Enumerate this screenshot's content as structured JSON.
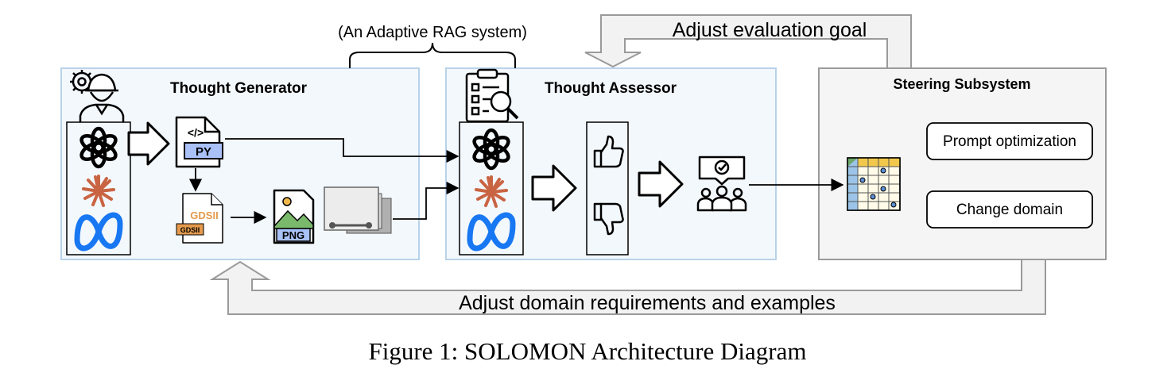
{
  "rag_label": "(An Adaptive RAG system)",
  "adjust_eval_label": "Adjust evaluation goal",
  "adjust_domain_label": "Adjust domain requirements and examples",
  "generator": {
    "title": "Thought Generator",
    "py_label": "PY",
    "code_label": "</>",
    "gdsii_label": "GDSII",
    "gdsii_tag": "GDSII",
    "png_label": "PNG"
  },
  "assessor": {
    "title": "Thought Assessor"
  },
  "steering": {
    "title": "Steering Subsystem",
    "prompt_button": "Prompt optimization",
    "domain_button": "Change domain"
  },
  "caption": "Figure 1: SOLOMON Architecture Diagram",
  "colors": {
    "panel_fill": "#f3f8fc",
    "panel_border": "#b8d2e8",
    "steering_fill": "#f5f5f5",
    "steering_border": "#9a9a9a",
    "claude": "#c96442",
    "meta": "#1877f2",
    "py_accent": "#a9c1f7",
    "gdsii_accent": "#e49a4c",
    "png_accent": "#7ab86b",
    "arrow_fill": "#f2f2f2",
    "arrow_stroke": "#9a9a9a"
  },
  "icons": [
    "engineer-icon",
    "openai-icon",
    "claude-icon",
    "meta-icon",
    "code-file-icon",
    "gdsii-file-icon",
    "png-file-icon",
    "layout-image-icon",
    "checklist-icon",
    "thumbs-up-icon",
    "thumbs-down-icon",
    "evaluators-icon",
    "grid-table-icon"
  ]
}
